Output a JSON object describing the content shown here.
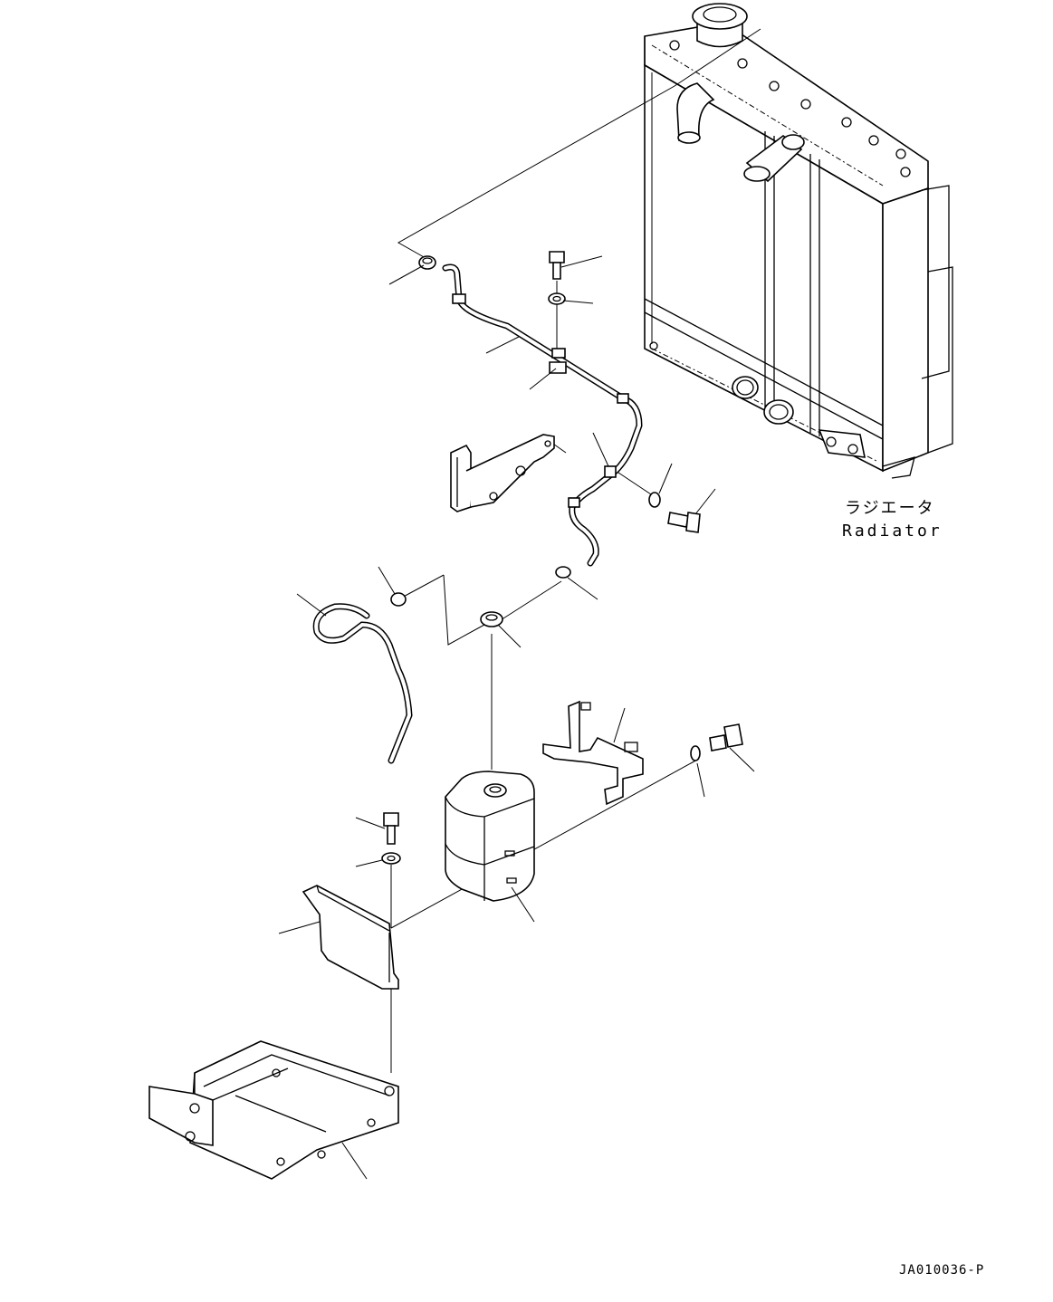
{
  "labels": {
    "radiator_jp": "ラジエータ",
    "radiator_en": "Radiator",
    "drawing_number": "JA010036-P"
  }
}
